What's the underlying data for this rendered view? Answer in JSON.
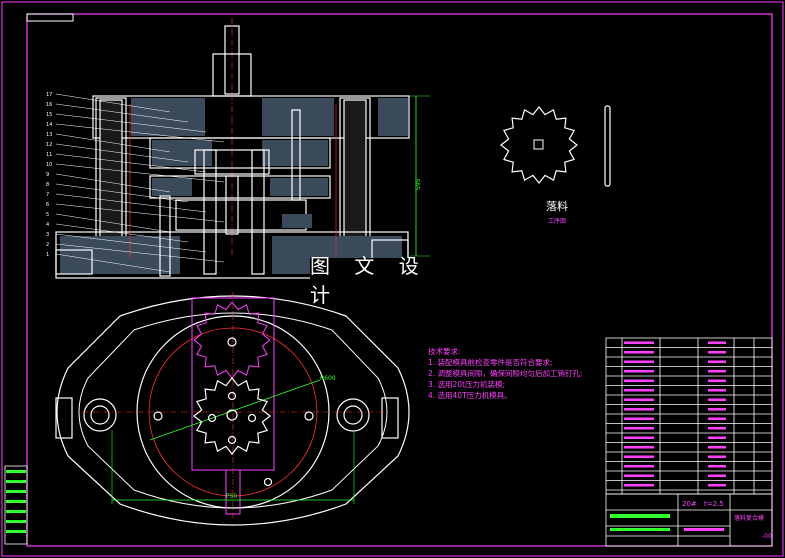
{
  "watermark": "图 文 设 计",
  "blank": {
    "label": "落料",
    "sublabel": "工序图"
  },
  "notes": {
    "heading": "技术要求:",
    "lines": [
      "1. 装配模具前检查零件是否符合要求;",
      "2. 调整模具间隙，确保间隙均匀后加工销钉孔;",
      "3. 选用20t压力机装模;",
      "4. 选用40T压力机模具。"
    ]
  },
  "dimensions": {
    "plan_radius": "R600",
    "plan_width": "P50",
    "section_height": "595"
  },
  "title_block": {
    "material": "20#",
    "thickness": "t=2.5",
    "drawing_name": "落料复合模",
    "drawing_no": "-00"
  },
  "part_numbers": [
    "17",
    "16",
    "15",
    "14",
    "13",
    "12",
    "11",
    "10",
    "9",
    "8",
    "7",
    "6",
    "5",
    "4",
    "3",
    "2",
    "1"
  ],
  "colors": {
    "background": "#000000",
    "border": "#ff40ff",
    "lines": "#ffffff",
    "centerline": "#ff3030",
    "dimension": "#30ff30"
  }
}
